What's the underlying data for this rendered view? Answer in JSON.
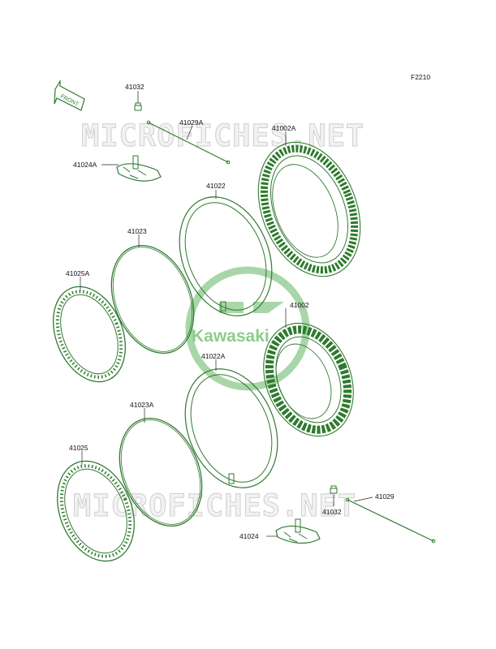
{
  "figure_code": "F2210",
  "front_label": "FRONT",
  "watermark_text": "MICROFICHES.NET",
  "logo_text": "Kawasaki",
  "colors": {
    "line": "#2f7a2f",
    "logo": "#9ad09a",
    "watermark": "#d0d0d0"
  },
  "parts": [
    {
      "key": "p41032_top",
      "number": "41032",
      "name": "nut"
    },
    {
      "key": "p41029A",
      "number": "41029A",
      "name": "spoke"
    },
    {
      "key": "p41002A",
      "number": "41002A",
      "name": "tire"
    },
    {
      "key": "p41024A",
      "number": "41024A",
      "name": "rim lock"
    },
    {
      "key": "p41022",
      "number": "41022",
      "name": "tube"
    },
    {
      "key": "p41023",
      "number": "41023",
      "name": "rim band"
    },
    {
      "key": "p41025A",
      "number": "41025A",
      "name": "rim"
    },
    {
      "key": "p41002",
      "number": "41002",
      "name": "tire"
    },
    {
      "key": "p41022A",
      "number": "41022A",
      "name": "tube"
    },
    {
      "key": "p41023A",
      "number": "41023A",
      "name": "rim band"
    },
    {
      "key": "p41025",
      "number": "41025",
      "name": "rim"
    },
    {
      "key": "p41029",
      "number": "41029",
      "name": "spoke"
    },
    {
      "key": "p41032_bot",
      "number": "41032",
      "name": "nut"
    },
    {
      "key": "p41024",
      "number": "41024",
      "name": "rim lock"
    }
  ]
}
